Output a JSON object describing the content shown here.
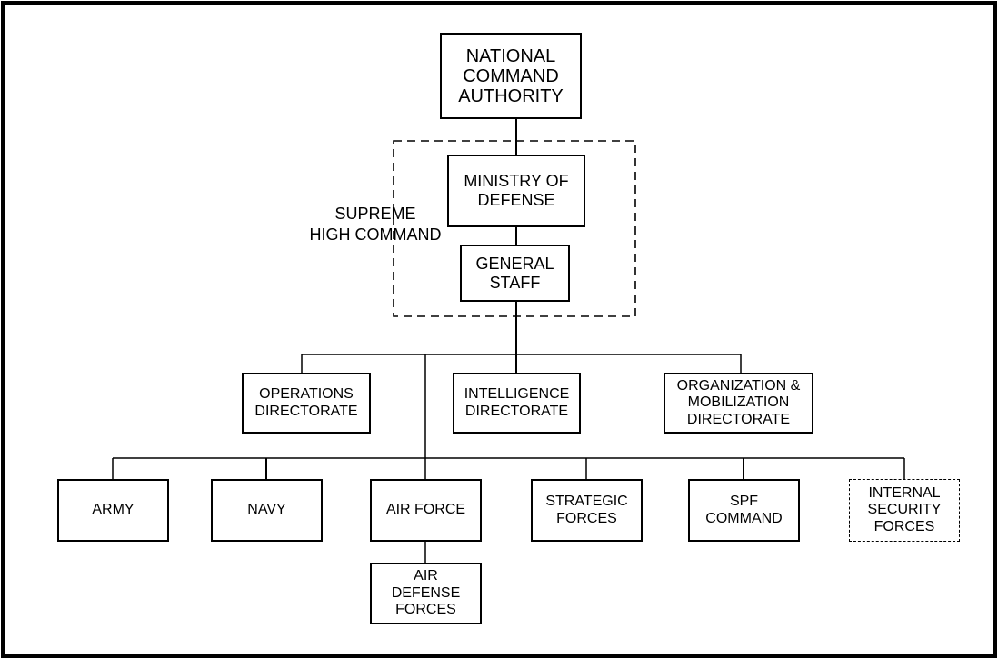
{
  "diagram": {
    "nodes": {
      "nca": "NATIONAL\nCOMMAND\nAUTHORITY",
      "mod": "MINISTRY OF\nDEFENSE",
      "gs": "GENERAL\nSTAFF",
      "ops": "OPERATIONS\nDIRECTORATE",
      "intel": "INTELLIGENCE\nDIRECTORATE",
      "orgmob": "ORGANIZATION &\nMOBILIZATION\nDIRECTORATE",
      "army": "ARMY",
      "navy": "NAVY",
      "airforce": "AIR FORCE",
      "strategic": "STRATEGIC\nFORCES",
      "spf": "SPF\nCOMMAND",
      "internal": "INTERNAL\nSECURITY\nFORCES",
      "airdefense": "AIR\nDEFENSE\nFORCES"
    },
    "supreme_label": "SUPREME\nHIGH COMMAND",
    "edges": [
      [
        "nca",
        "mod"
      ],
      [
        "mod",
        "gs"
      ],
      [
        "gs",
        "ops"
      ],
      [
        "gs",
        "intel"
      ],
      [
        "gs",
        "orgmob"
      ],
      [
        "gs",
        "army"
      ],
      [
        "gs",
        "navy"
      ],
      [
        "gs",
        "airforce"
      ],
      [
        "gs",
        "strategic"
      ],
      [
        "gs",
        "spf"
      ],
      [
        "gs",
        "internal"
      ],
      [
        "airforce",
        "airdefense"
      ]
    ],
    "dashed_nodes": [
      "internal"
    ]
  }
}
